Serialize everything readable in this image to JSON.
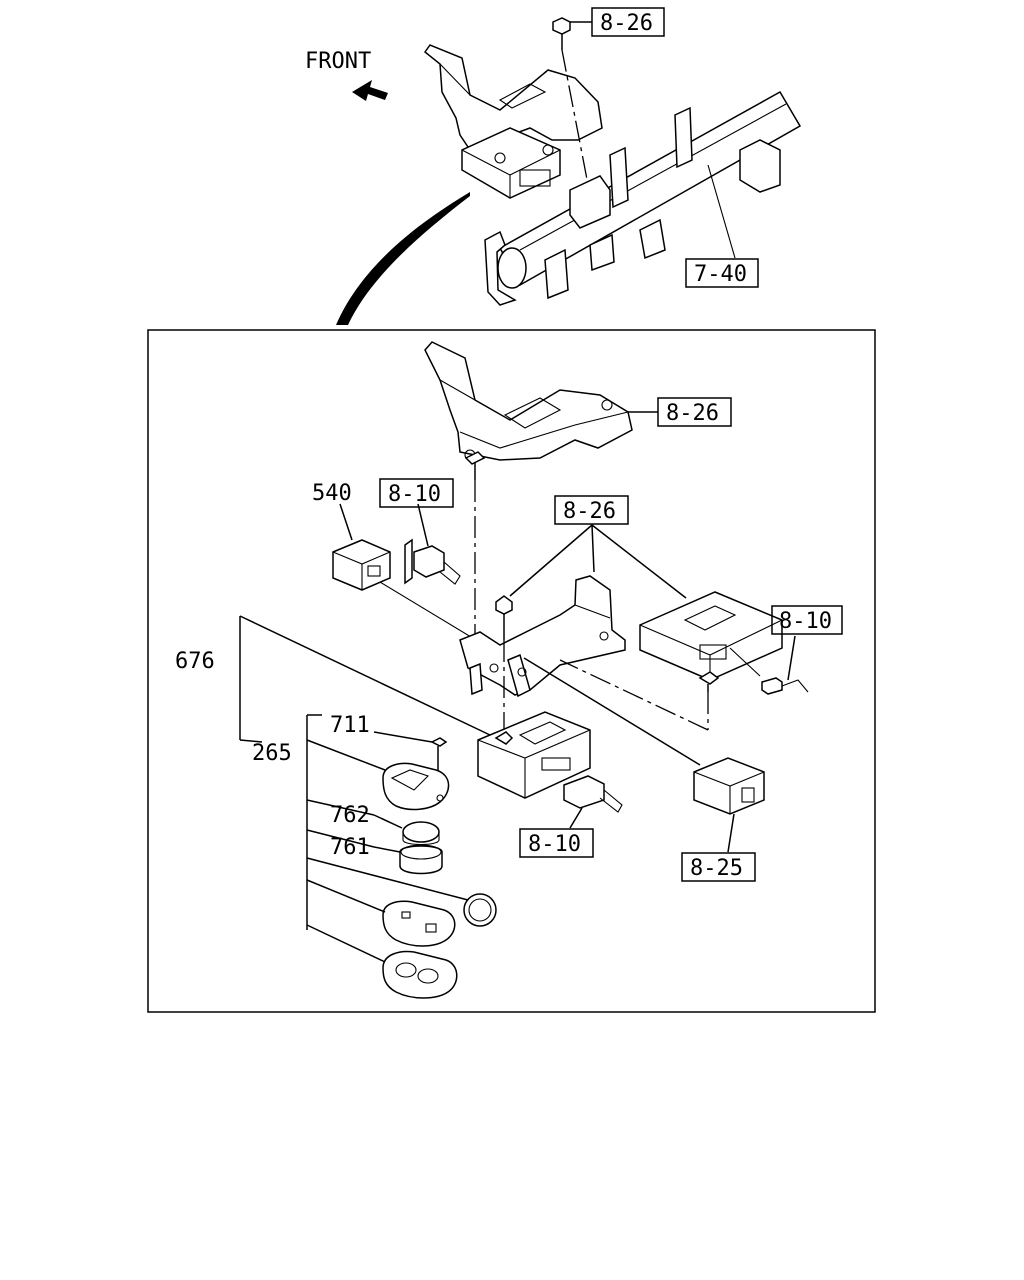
{
  "direction_label": "FRONT",
  "callouts": {
    "ref_8_26_top": "8-26",
    "ref_7_40": "7-40",
    "ref_8_26_bracket": "8-26",
    "ref_8_10_left": "8-10",
    "ref_8_26_mid": "8-26",
    "ref_8_10_right": "8-10",
    "ref_8_10_bottom": "8-10",
    "ref_8_25": "8-25"
  },
  "part_numbers": {
    "p540": "540",
    "p676": "676",
    "p265": "265",
    "p711": "711",
    "p762": "762",
    "p761": "761"
  },
  "colors": {
    "line": "#000000",
    "background": "#ffffff"
  }
}
